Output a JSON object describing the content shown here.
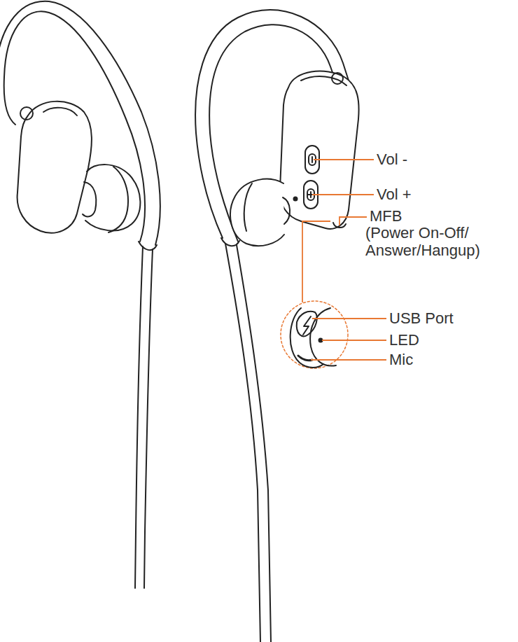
{
  "diagram": {
    "labels": [
      "Vol -",
      "Vol +",
      "MFB",
      "(Power On-Off/ Answer/Hangup)",
      "USB Port",
      "LED",
      "Mic"
    ]
  }
}
